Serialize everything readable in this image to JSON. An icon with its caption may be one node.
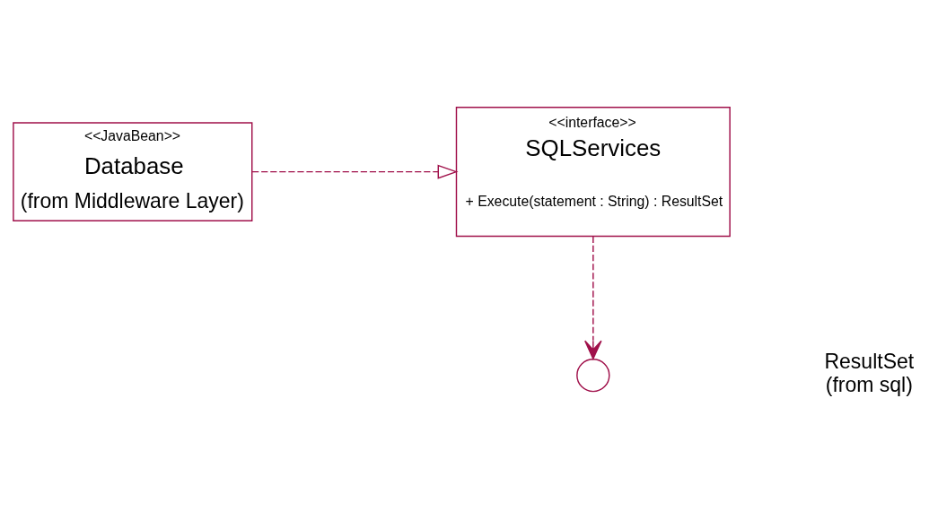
{
  "diagram": {
    "nodes": [
      {
        "text": [
          "<<interface>>",
          "SQLServices",
          "+ Execute(statement : String) : ResultSet"
        ]
      },
      {
        "text": [
          "<<JavaBean>>",
          "Database",
          "(from Middleware Layer)"
        ]
      },
      {
        "text": [],
        "shape": "circle",
        "beside": [
          "ResultSet",
          "(from sql)"
        ]
      }
    ],
    "edges": [
      {
        "from": 1,
        "to": 0,
        "arrow": "to",
        "style": "dashed"
      },
      {
        "from": 0,
        "to": 2,
        "arrow": "to",
        "style": "dashed"
      }
    ]
  }
}
